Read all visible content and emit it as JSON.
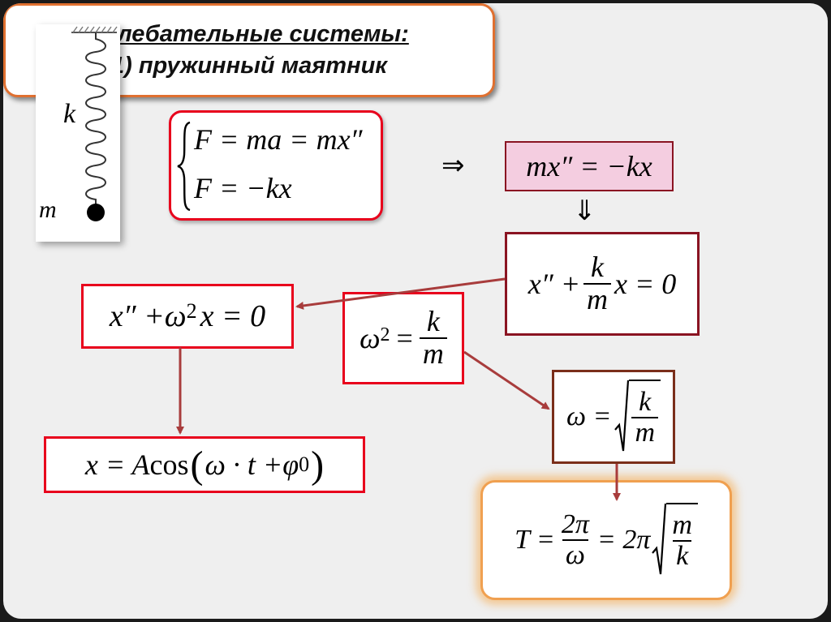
{
  "title": {
    "line1": "Колебательные системы:",
    "line2": "1) пружинный маятник"
  },
  "spring_figure": {
    "spring_label": "k",
    "mass_label": "m"
  },
  "colors": {
    "title_border": "#e07030",
    "box_red": "#e8001c",
    "box_dark_red": "#8a1422",
    "box_brown": "#7a2e1a",
    "arrow": "#a83c3c",
    "highlight_fill": "#f4cde0",
    "glow": "#f5a94a"
  },
  "system": {
    "row1_lhs": "F",
    "row1_rhs": "= ma = mx″",
    "row2_lhs": "F",
    "row2_rhs": "= −kx"
  },
  "implies_right": "⇒",
  "implies_down": "⇓",
  "eq_newton": "mx″ = −kx",
  "eq_normalized": {
    "lhs": "x″ +",
    "num": "k",
    "den": "m",
    "rhs": "x = 0"
  },
  "eq_omega_sq": {
    "lhs_base": "ω",
    "lhs_exp": "2",
    "eq": "=",
    "num": "k",
    "den": "m"
  },
  "eq_harmonic": {
    "p1": "x″ + ",
    "omega": "ω",
    "exp": "2",
    "p2": "x = 0"
  },
  "eq_solution": {
    "p1": "x = A",
    "cos": "cos",
    "p2": "ω · t + ",
    "phi": "φ",
    "sub": "0"
  },
  "eq_omega": {
    "lhs": "ω =",
    "num": "k",
    "den": "m"
  },
  "eq_period": {
    "lhs": "T =",
    "num1": "2π",
    "den1": "ω",
    "mid": "= 2π",
    "num2": "m",
    "den2": "k"
  }
}
